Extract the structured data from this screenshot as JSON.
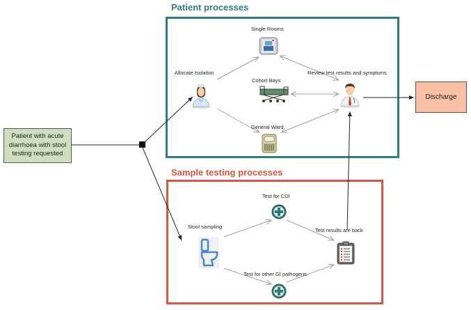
{
  "colors": {
    "patient_frame": "#2e7d86",
    "sample_frame": "#d9553f",
    "patient_box_fill": "#cfdfbd",
    "discharge_fill": "#f8c0a4",
    "connector": "#222222",
    "inner_arrow": "#a8a09a",
    "test_icon": "#2e7d72",
    "toilet_icon": "#4a86c8"
  },
  "sections": {
    "patient": {
      "title": "Patient processes"
    },
    "sample": {
      "title": "Sample testing processes"
    }
  },
  "nodes": {
    "start": {
      "label": "Patient with acute diarrhoea with stool testing requested"
    },
    "discharge": {
      "label": "Discharge"
    },
    "allocate_isolation": {
      "label": "Allocate Isolation",
      "icon": "nurse-icon"
    },
    "single_rooms": {
      "label": "Single Rooms",
      "icon": "single-room-icon"
    },
    "cohort_bays": {
      "label": "Cohort Bays",
      "icon": "hospital-bed-icon"
    },
    "general_ward": {
      "label": "General Ward",
      "icon": "ward-bed-icon"
    },
    "review_results": {
      "label": "Review test results and symptoms",
      "icon": "doctor-icon"
    },
    "stool_sampling": {
      "label": "Stool sampling",
      "icon": "toilet-icon"
    },
    "test_cdi": {
      "label": "Test for CDI",
      "icon": "medical-cross-icon"
    },
    "test_other": {
      "label": "Test for other GI pathogens",
      "icon": "medical-cross-icon"
    },
    "results_back": {
      "label": "Test results are back",
      "icon": "clipboard-icon"
    }
  },
  "edges": [
    {
      "from": "start",
      "to": "junction",
      "style": "connector"
    },
    {
      "from": "junction",
      "to": "allocate_isolation",
      "style": "connector"
    },
    {
      "from": "junction",
      "to": "stool_sampling",
      "style": "connector"
    },
    {
      "from": "allocate_isolation",
      "to": "single_rooms",
      "style": "inner"
    },
    {
      "from": "allocate_isolation",
      "to": "general_ward",
      "style": "inner"
    },
    {
      "from": "single_rooms",
      "to": "review_results",
      "style": "inner-bidirectional"
    },
    {
      "from": "cohort_bays",
      "to": "review_results",
      "style": "inner-bidirectional"
    },
    {
      "from": "general_ward",
      "to": "review_results",
      "style": "inner-bidirectional"
    },
    {
      "from": "review_results",
      "to": "discharge",
      "style": "connector"
    },
    {
      "from": "results_back",
      "to": "review_results",
      "style": "connector"
    },
    {
      "from": "stool_sampling",
      "to": "test_cdi",
      "style": "inner"
    },
    {
      "from": "stool_sampling",
      "to": "test_other",
      "style": "inner"
    },
    {
      "from": "test_cdi",
      "to": "results_back",
      "style": "inner"
    },
    {
      "from": "test_other",
      "to": "results_back",
      "style": "inner"
    }
  ]
}
